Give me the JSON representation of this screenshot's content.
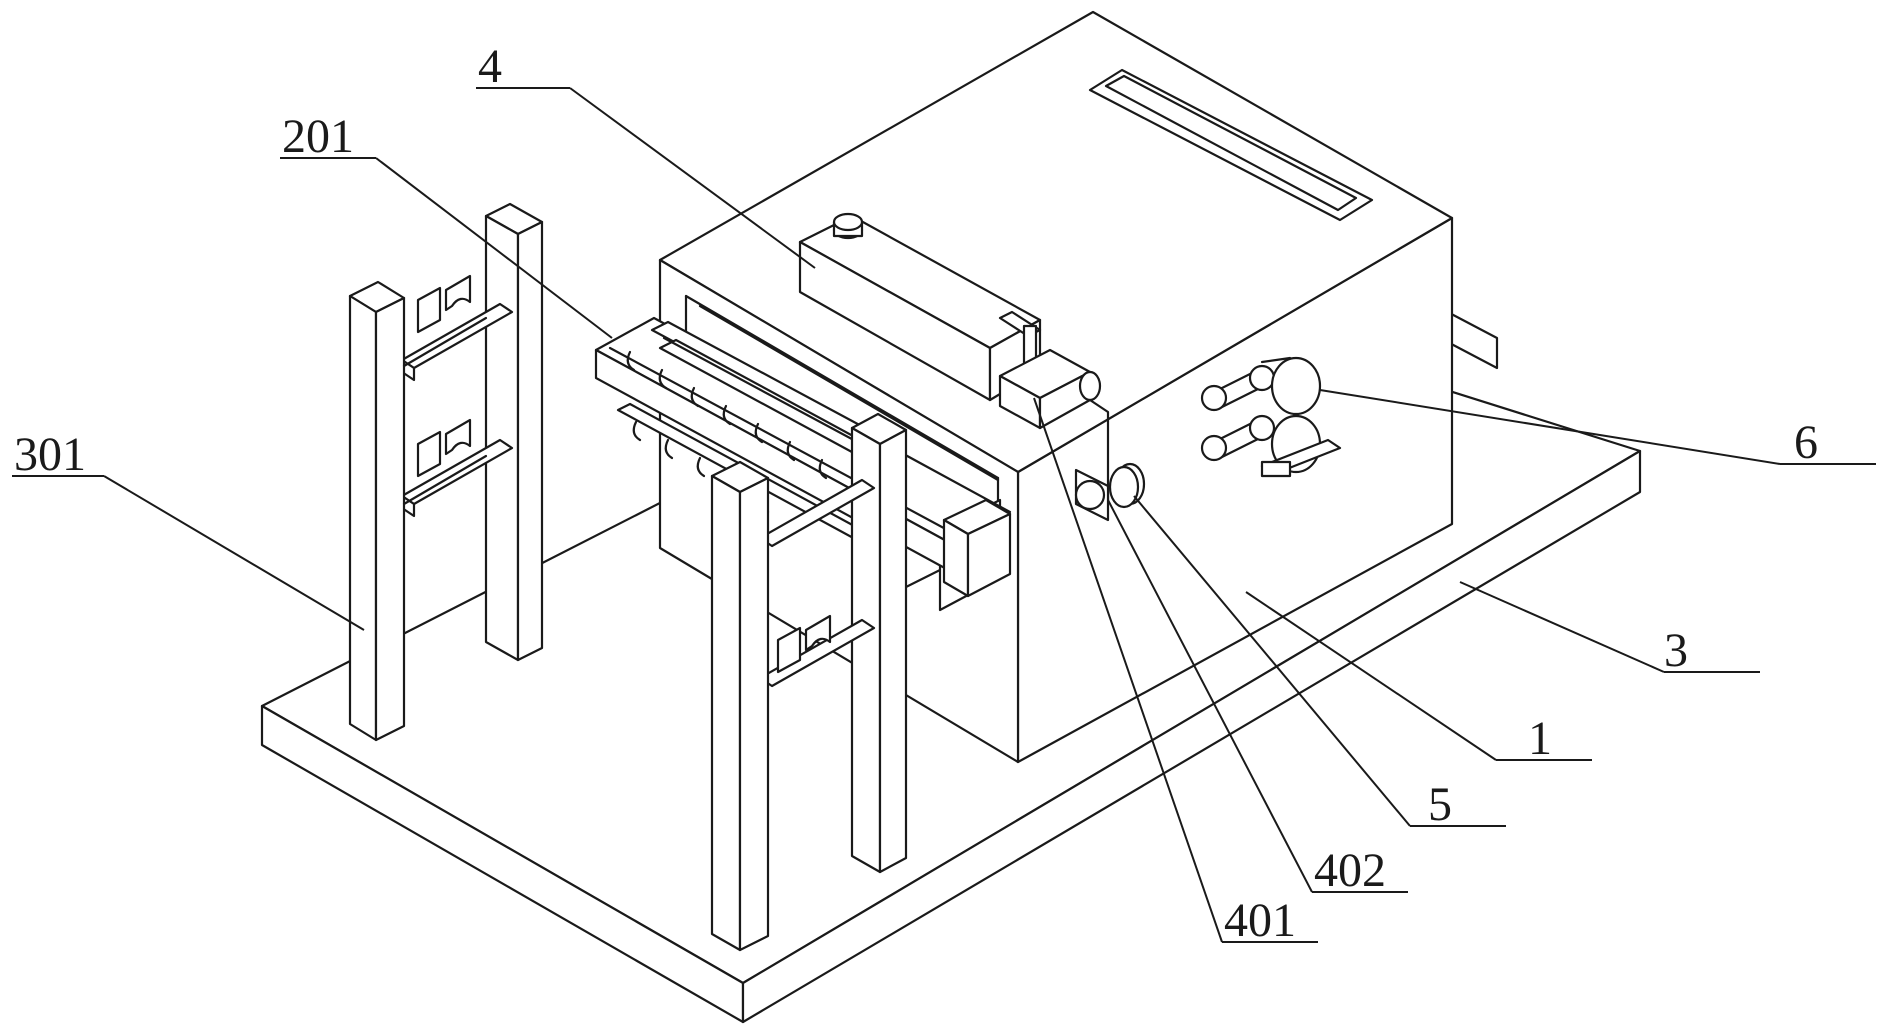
{
  "diagram": {
    "callouts": [
      {
        "id": "label-4",
        "text": "4"
      },
      {
        "id": "label-201",
        "text": "201"
      },
      {
        "id": "label-301",
        "text": "301"
      },
      {
        "id": "label-6",
        "text": "6"
      },
      {
        "id": "label-3",
        "text": "3"
      },
      {
        "id": "label-1",
        "text": "1"
      },
      {
        "id": "label-5",
        "text": "5"
      },
      {
        "id": "label-402",
        "text": "402"
      },
      {
        "id": "label-401",
        "text": "401"
      }
    ]
  }
}
